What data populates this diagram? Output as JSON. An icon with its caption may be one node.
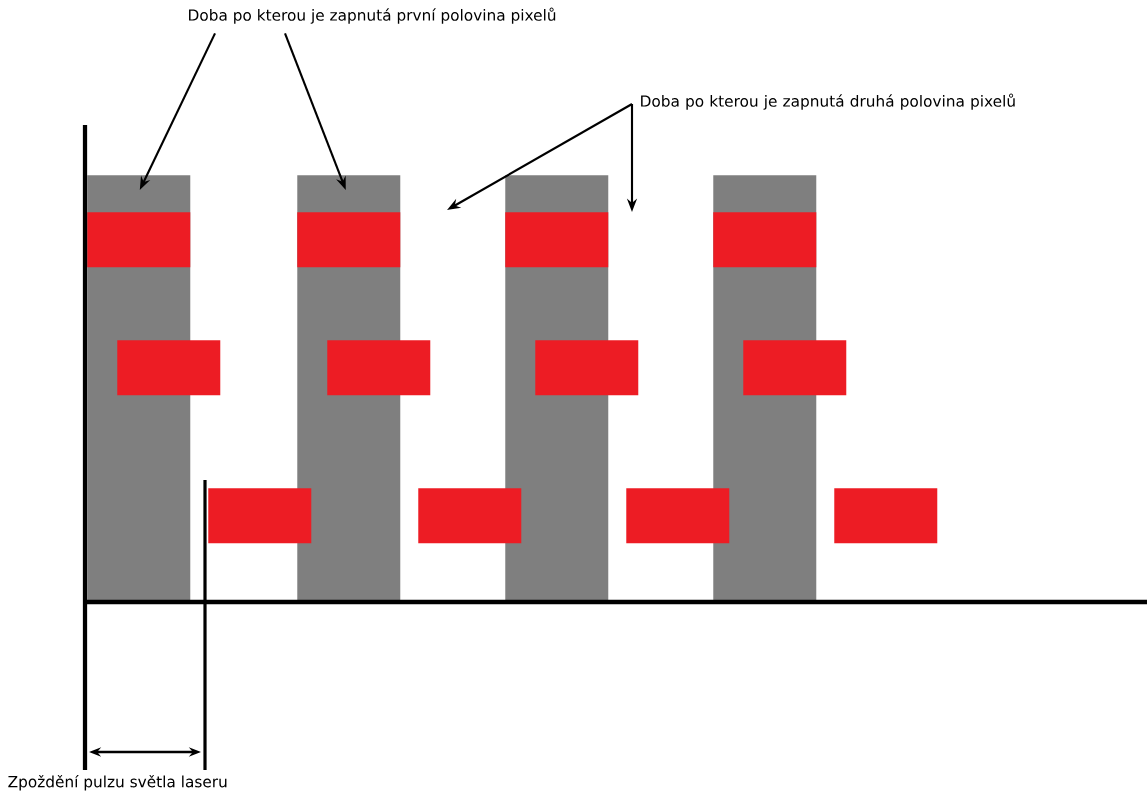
{
  "diagram": {
    "nodes": [
      {
        "text": [
          "Doba po kterou je zapnutá první polovina pixelů"
        ]
      },
      {
        "text": [
          "Doba po kterou je zapnutá druhá polovina pixelů"
        ]
      },
      {
        "text": [],
        "shape": "bar"
      },
      {
        "text": [],
        "shape": "bar"
      },
      {
        "text": [],
        "shape": "bar"
      },
      {
        "text": [],
        "shape": "bar"
      },
      {
        "text": [],
        "shape": "box",
        "in": 2
      },
      {
        "text": [],
        "shape": "box",
        "in": 3
      },
      {
        "text": [],
        "shape": "box",
        "in": 4
      },
      {
        "text": [],
        "shape": "box",
        "in": 5
      },
      {
        "text": [],
        "shape": "box"
      },
      {
        "text": [],
        "shape": "box"
      },
      {
        "text": [],
        "shape": "box"
      },
      {
        "text": [],
        "shape": "box"
      },
      {
        "text": [],
        "shape": "box"
      },
      {
        "text": [],
        "shape": "box"
      },
      {
        "text": [],
        "shape": "box"
      },
      {
        "text": [],
        "shape": "box"
      }
    ],
    "edges": [
      {
        "from": 0,
        "to": 2,
        "arrow": "to"
      },
      {
        "from": 0,
        "to": 3,
        "arrow": "to"
      },
      {
        "from": 1,
        "to": null,
        "arrow": "to"
      },
      {
        "from": 1,
        "to": null,
        "arrow": "to"
      }
    ],
    "labels": [
      "Zpoždění pulzu světla laseru"
    ]
  }
}
